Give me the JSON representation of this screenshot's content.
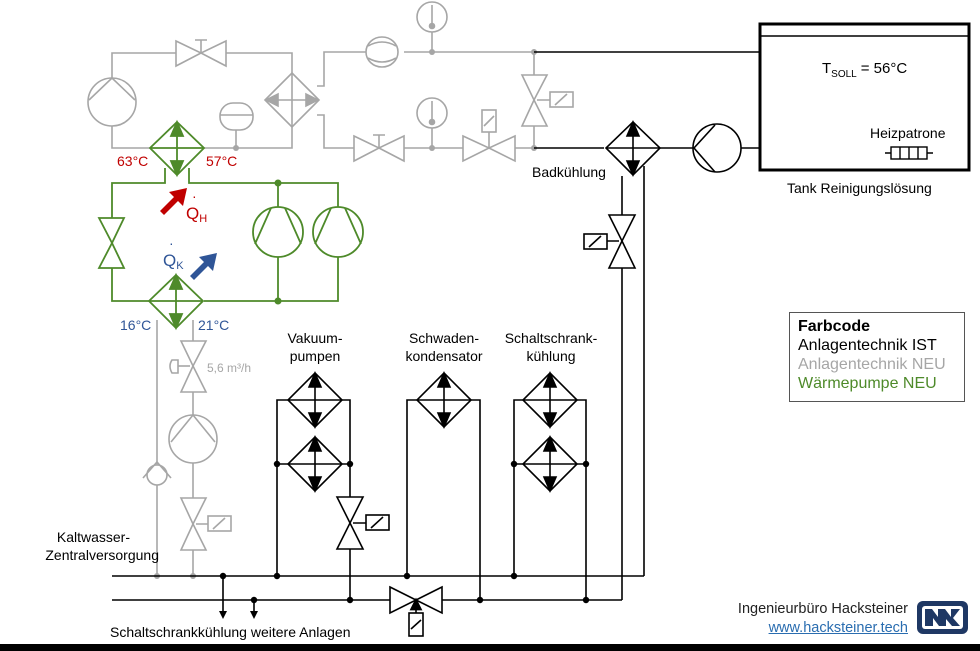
{
  "colors": {
    "ist": "#000000",
    "neu": "#a6a6a6",
    "heatpump": "#4e8a2a",
    "hot": "#c00000",
    "cold": "#2f5597",
    "logo": "#1f3864"
  },
  "tank": {
    "setpoint_label": "T",
    "setpoint_sub": "SOLL",
    "setpoint_value": "= 56°C",
    "heater_label": "Heizpatrone",
    "caption": "Tank Reinigungslösung"
  },
  "heatpump": {
    "hot_in_temp": "63°C",
    "hot_out_temp": "57°C",
    "cold_in_temp": "16°C",
    "cold_out_temp": "21°C",
    "q_hot": "Q",
    "q_hot_sub": "H",
    "q_cold": "Q",
    "q_cold_sub": "K"
  },
  "flow_rate": "5,6 m³/h",
  "labels": {
    "badkuehlung": "Badkühlung",
    "vakuum_1": "Vakuum-",
    "vakuum_2": "pumpen",
    "schwaden_1": "Schwaden-",
    "schwaden_2": "kondensator",
    "schrank_1": "Schaltschrank-",
    "schrank_2": "kühlung",
    "kaltwasser_1": "Kaltwasser-",
    "kaltwasser_2": "Zentralversorgung",
    "weitere": "Schaltschrankkühlung weitere Anlagen"
  },
  "legend": {
    "title": "Farbcode",
    "items": [
      {
        "label": "Anlagentechnik IST",
        "color": "#000000"
      },
      {
        "label": "Anlagentechnik NEU",
        "color": "#a6a6a6"
      },
      {
        "label": "Wärmepumpe NEU",
        "color": "#4e8a2a"
      }
    ]
  },
  "company": {
    "name": "Ingenieurbüro Hacksteiner",
    "url": "www.hacksteiner.tech"
  }
}
